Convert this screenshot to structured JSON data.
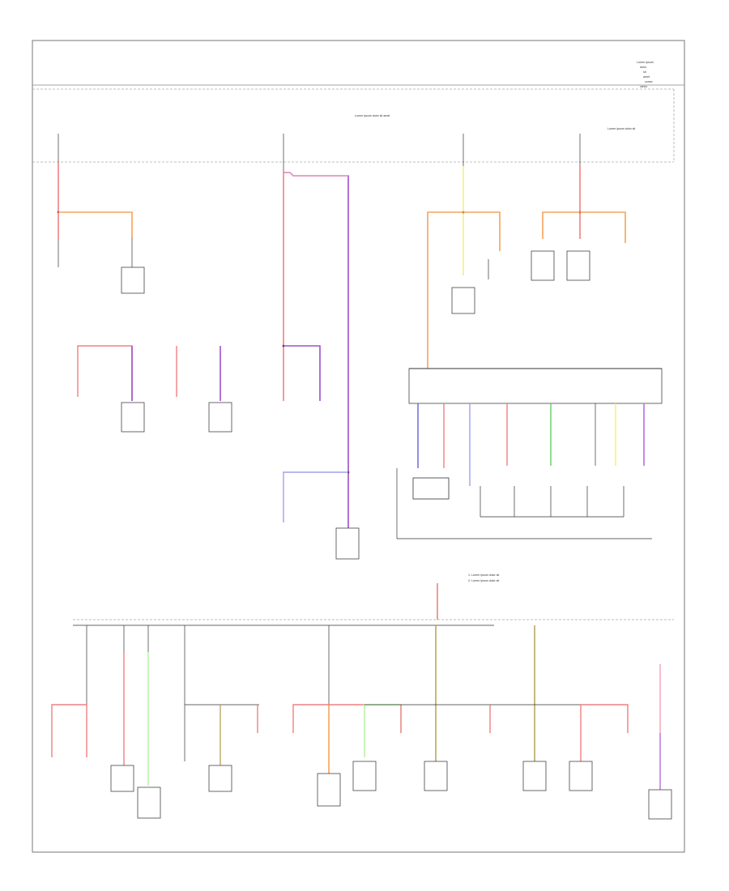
{
  "diagram": {
    "title_block": [
      "Lorem ipsum",
      "dolor",
      "sit",
      "amet",
      "conse",
      "ctetur"
    ],
    "page_ref_left": "",
    "page_ref_right": "",
    "sections": {
      "top_notes": [
        "Lorem ipsum dolor sit amet",
        "Lorem ipsum dolor sit"
      ],
      "switch_notes": [
        "1: Lorem ipsum dolor sit",
        "2: Lorem ipsum dolor sit"
      ]
    }
  },
  "wire_colors": {
    "red": "#f08080",
    "pink": "#f4a0b8",
    "orange": "#f5a35a",
    "yellow": "#f2ef6a",
    "purple": "#a050c8",
    "violet": "#c080e0",
    "blue": "#6060e0",
    "light_blue": "#a0a0f0",
    "green": "#60d060",
    "light_green": "#b0f0a0",
    "olive": "#b8a860",
    "black": "#333333",
    "grey": "#aaaaaa"
  }
}
